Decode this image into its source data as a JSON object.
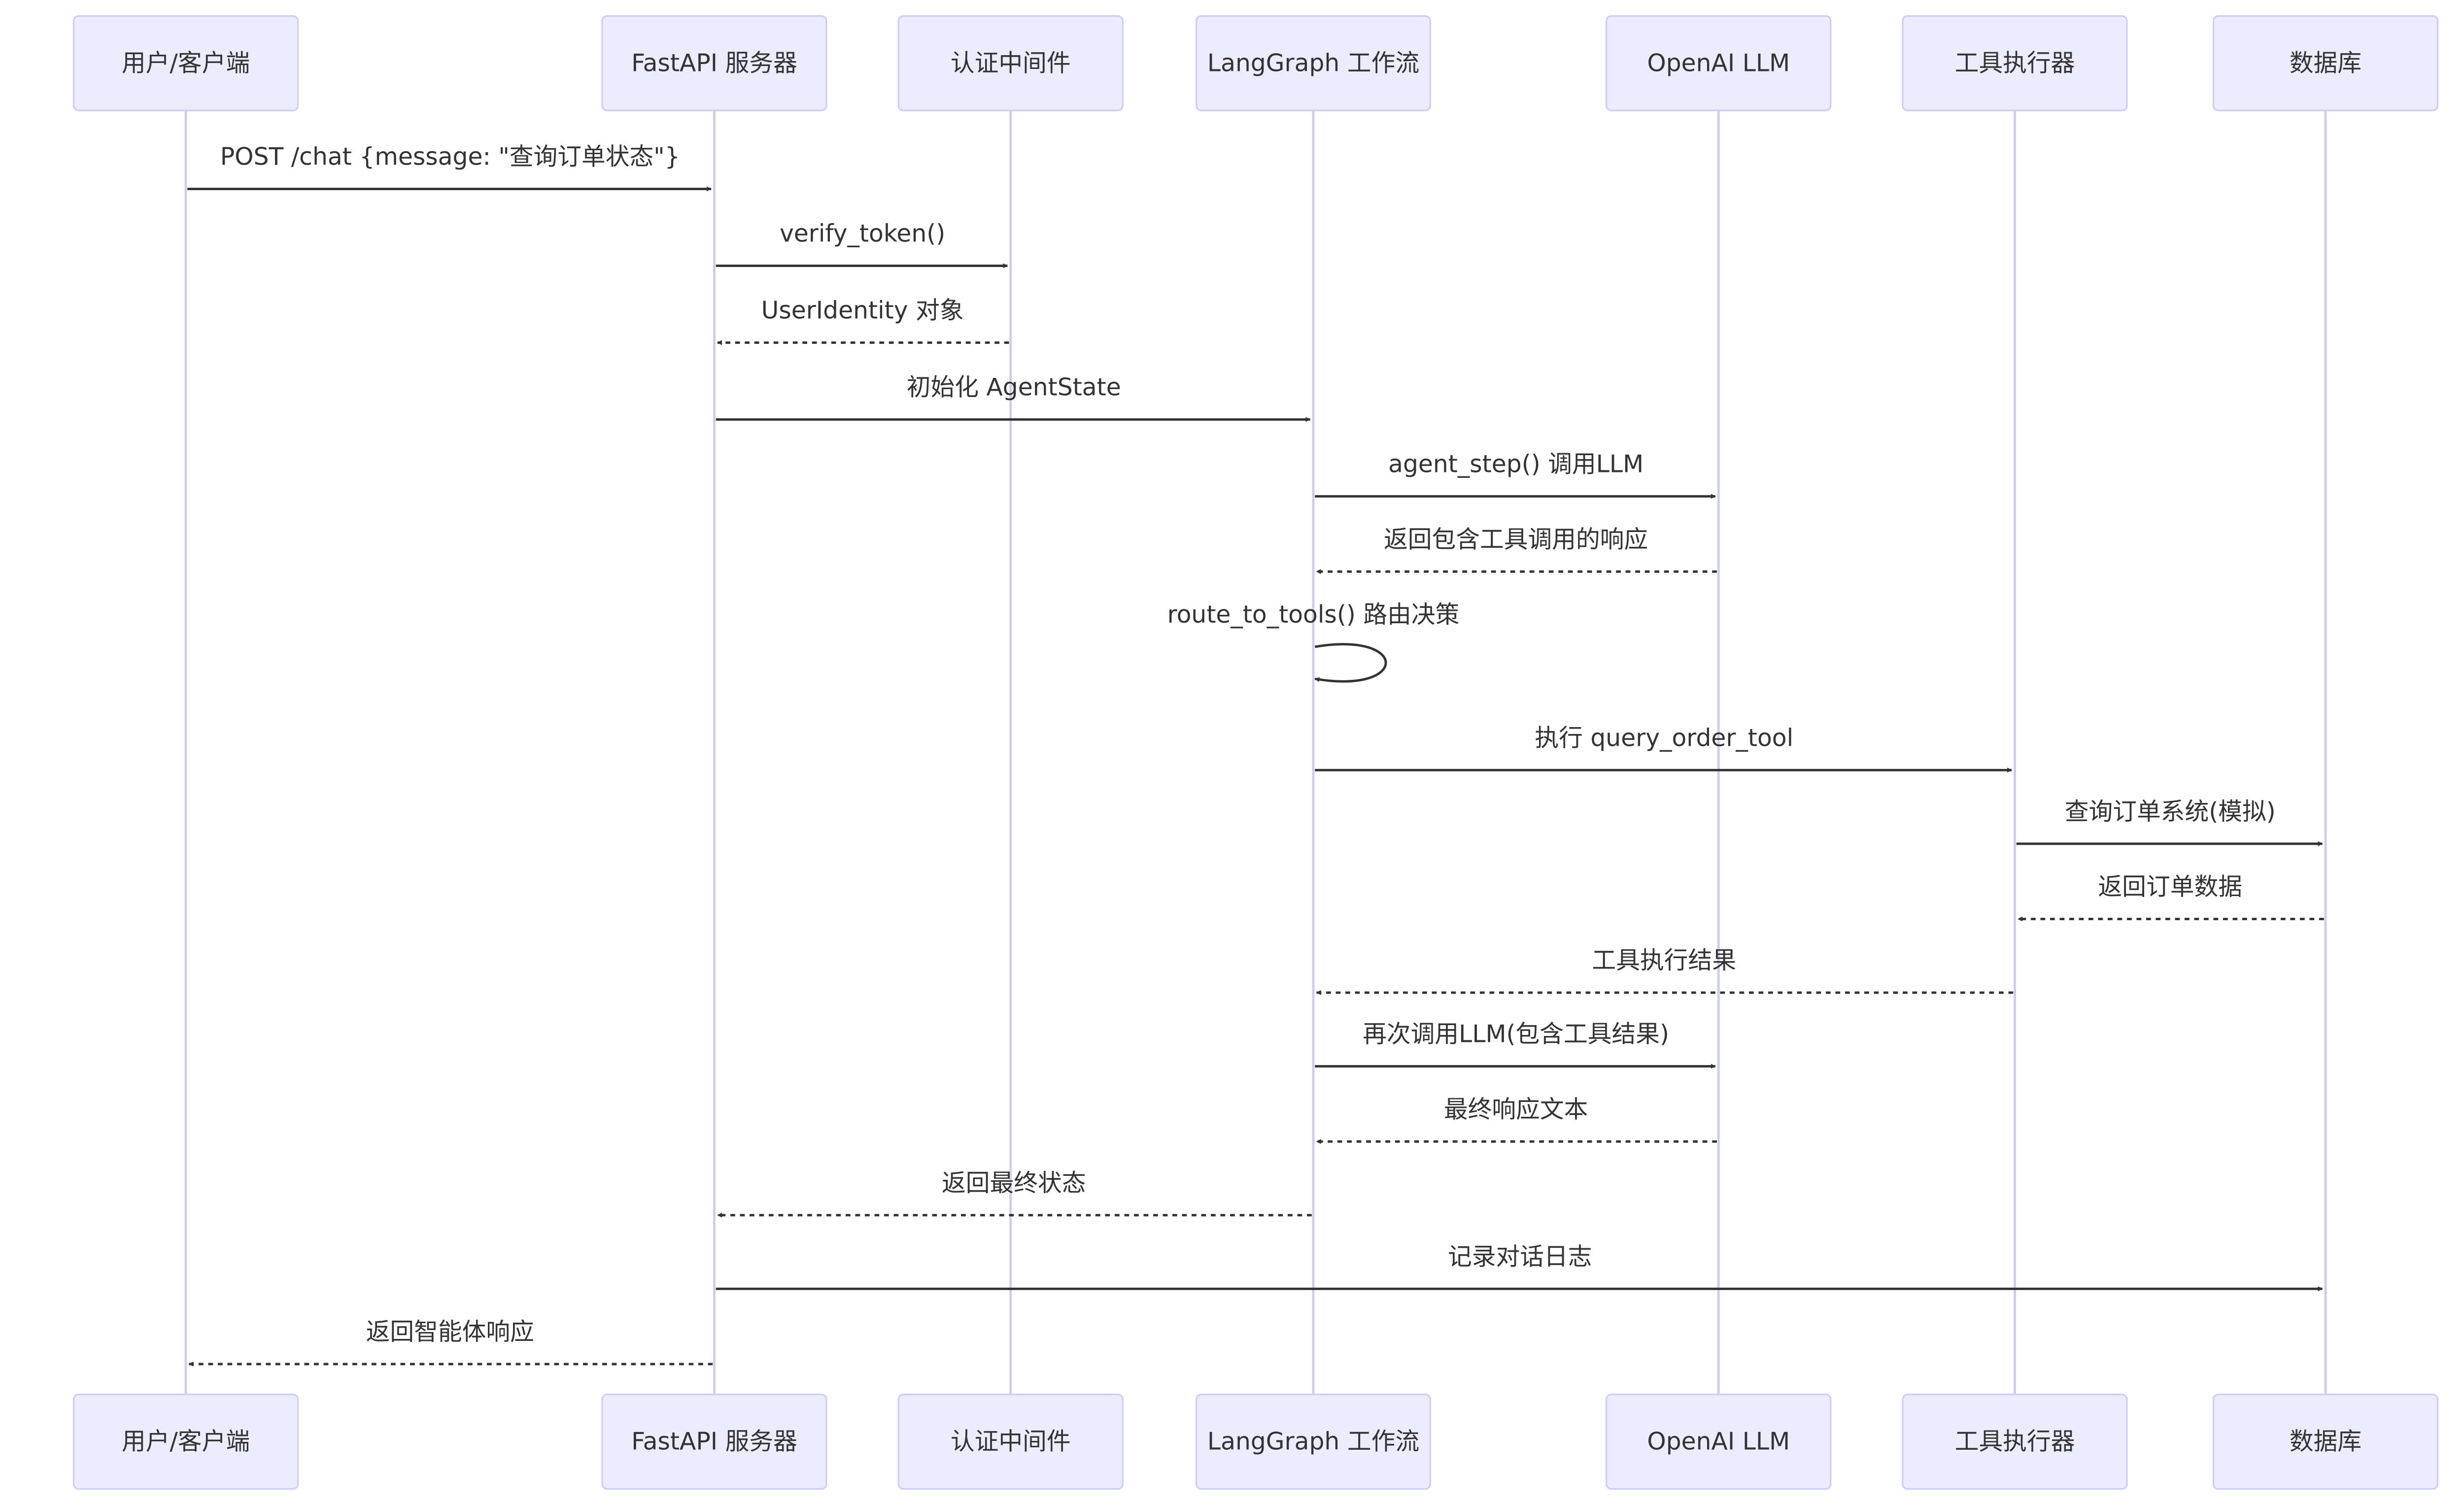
{
  "colors": {
    "actor_fill": "#ECECFF",
    "actor_border": "#CCCCFF",
    "lifeline": "#CCCCEE",
    "arrow": "#333333",
    "text": "#333333"
  },
  "participants": [
    {
      "id": "client",
      "label": "用户/客户端"
    },
    {
      "id": "fastapi",
      "label": "FastAPI 服务器"
    },
    {
      "id": "auth",
      "label": "认证中间件"
    },
    {
      "id": "langgraph",
      "label": "LangGraph 工作流"
    },
    {
      "id": "llm",
      "label": "OpenAI LLM"
    },
    {
      "id": "tools",
      "label": "工具执行器"
    },
    {
      "id": "db",
      "label": "数据库"
    }
  ],
  "messages": [
    {
      "from": "client",
      "to": "fastapi",
      "style": "solid",
      "label": "POST /chat {message: \"查询订单状态\"}"
    },
    {
      "from": "fastapi",
      "to": "auth",
      "style": "solid",
      "label": "verify_token()"
    },
    {
      "from": "auth",
      "to": "fastapi",
      "style": "dashed",
      "label": "UserIdentity 对象"
    },
    {
      "from": "fastapi",
      "to": "langgraph",
      "style": "solid",
      "label": "初始化 AgentState"
    },
    {
      "from": "langgraph",
      "to": "llm",
      "style": "solid",
      "label": "agent_step() 调用LLM"
    },
    {
      "from": "llm",
      "to": "langgraph",
      "style": "dashed",
      "label": "返回包含工具调用的响应"
    },
    {
      "from": "langgraph",
      "to": "langgraph",
      "style": "solid",
      "label": "route_to_tools() 路由决策"
    },
    {
      "from": "langgraph",
      "to": "tools",
      "style": "solid",
      "label": "执行 query_order_tool"
    },
    {
      "from": "tools",
      "to": "db",
      "style": "solid",
      "label": "查询订单系统(模拟)"
    },
    {
      "from": "db",
      "to": "tools",
      "style": "dashed",
      "label": "返回订单数据"
    },
    {
      "from": "tools",
      "to": "langgraph",
      "style": "dashed",
      "label": "工具执行结果"
    },
    {
      "from": "langgraph",
      "to": "llm",
      "style": "solid",
      "label": "再次调用LLM(包含工具结果)"
    },
    {
      "from": "llm",
      "to": "langgraph",
      "style": "dashed",
      "label": "最终响应文本"
    },
    {
      "from": "langgraph",
      "to": "fastapi",
      "style": "dashed",
      "label": "返回最终状态"
    },
    {
      "from": "fastapi",
      "to": "db",
      "style": "solid",
      "label": "记录对话日志"
    },
    {
      "from": "fastapi",
      "to": "client",
      "style": "dashed",
      "label": "返回智能体响应"
    }
  ]
}
